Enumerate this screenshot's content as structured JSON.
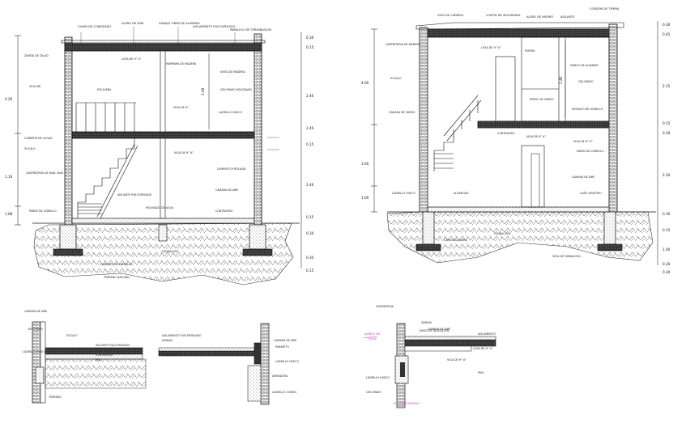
{
  "colors": {
    "line": "#111111",
    "hatch": "#555555",
    "accent": "#e040c8",
    "paper": "#ffffff"
  },
  "left_section": {
    "labels_top": [
      "CHAPA DE COBRIZADO",
      "ALERO DE MAR",
      "ZAMAJO FIBRA DE ALUMINIO",
      "AISLAMIENTE PVA ESPESADO",
      "PARALELO DE TERMINACION"
    ],
    "labels_left": [
      "ZAPATA DE TALUD",
      "VIGA MR",
      "CUBIERTA DE OLIVAS",
      "ZOCALO",
      "CARPINTERIA DE MAD. MAD",
      "PARED DE LEDRILLO"
    ],
    "labels_mid": [
      "LOSA DE H° A°",
      "MAMPARA DE MADERA",
      "VIGA DE H°",
      "ESCALERA",
      "AISLANTE PVA ESPESADO",
      "VIGA DE H° A°",
      "MOLINADO DE AGUA"
    ],
    "labels_right": [
      "JUNTA DE MADERA",
      "CIELORASO MOLDEADO",
      "LADRILLO HUECO",
      "CEMENTO PORTLAND",
      "CAMARA DE AIRE",
      "CONTRAPISO"
    ],
    "labels_bottom": [
      "FUNDACION",
      "CIMIENTO DE LADRILLO",
      "TERRENO NATURAL"
    ],
    "dims_left": [
      "4.26",
      "1.10",
      "1.08"
    ],
    "dims_right": [
      "0.30",
      "0.15",
      "2.40",
      "2.40",
      "0.15",
      "2.40",
      "0.15",
      "0.30",
      "0.30",
      "0.15"
    ]
  },
  "right_section": {
    "labels_top": [
      "VIGA DE CAÑERIA",
      "LOSETA DE SEGURIDAD",
      "ALERO DE HIERRO",
      "AISLANTE",
      "CORDON DE TIERRA"
    ],
    "labels_left": [
      "CARPINTERIA DE MADERA",
      "ZOCALO",
      "CAMARA DE VIDRIO",
      "LADRILLO HUECO"
    ],
    "labels_mid": [
      "LOSA DE H° A°",
      "PUERTA",
      "PERFIL DE VIDRIO",
      "CONTRAPISO",
      "VIGA DE H° A°",
      "ALGAROBO"
    ],
    "labels_right": [
      "MARCO DE ALUMINIO",
      "CIELORASO",
      "MOSAICO DE LEDRILLO",
      "VIGA DE H° A°",
      "PARED DE LEDRILLO",
      "CAMARA DE AIRE",
      "CAÑO MAESTRO"
    ],
    "labels_bottom": [
      "FUNDACION",
      "CAPA AISLADORA",
      "VIGA DE FUNDACION"
    ],
    "dims_left": [
      "4.00",
      "3.00",
      "1.00"
    ],
    "dims_right": [
      "0.30",
      "0.45",
      "2.15",
      "0.15",
      "0.30",
      "2.20",
      "0.30",
      "0.15",
      "1.00",
      "0.30",
      "0.30"
    ],
    "inner_dim": "2.40"
  },
  "detail_1": {
    "labels": [
      "CAMARA DE AIRE",
      "CIELORASO",
      "ZOCALO",
      "LADRILLO HUECO",
      "AISLANTE PVA ESPESADO",
      "CONTRAPISO",
      "PISO",
      "TERRENO"
    ]
  },
  "detail_2": {
    "labels": [
      "AISLAMIENTO PVA ESPESADO",
      "ZAMAJO",
      "LOSA DE H° A°",
      "CAMARA DE AIRE",
      "PARAPETO",
      "LADRILLO HUECO",
      "ARMADURA",
      "LADRILLO COMUN"
    ]
  },
  "detail_3": {
    "labels": [
      "CARPINTERIA",
      "ZAMAJO",
      "JUNTA DE DILATACION",
      "CAMARA DE AIRE",
      "AISLAMIENTO",
      "VIGA DE H° A°",
      "LOSA DE H° A°",
      "LADRILLO HUECO",
      "PISO",
      "CIELORASO"
    ],
    "highlight_label": "JAMBRO MR",
    "highlight_sub": "CM/A6",
    "bottom_label": "AISLANTE MARRON"
  }
}
